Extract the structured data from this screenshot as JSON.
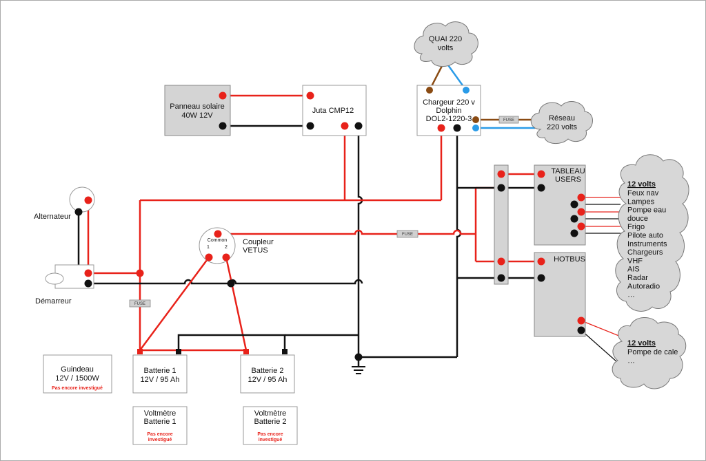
{
  "components": {
    "solar": {
      "line1": "Panneau solaire",
      "line2": "40W 12V"
    },
    "juta": {
      "label": "Juta CMP12"
    },
    "charger": {
      "line1": "Chargeur 220 v",
      "line2": "Dolphin",
      "line3": "DOL2-1220-3"
    },
    "quai": {
      "line1": "QUAI 220",
      "line2": "volts"
    },
    "reseau": {
      "line1": "Réseau",
      "line2": "220 volts"
    },
    "tableau": {
      "line1": "TABLEAU",
      "line2": "USERS"
    },
    "hotbus": {
      "label": "HOTBUS"
    },
    "alternateur": {
      "label": "Alternateur"
    },
    "demarreur": {
      "label": "Démarreur"
    },
    "coupleur": {
      "line1": "Coupleur",
      "line2": "VETUS",
      "common": "Common",
      "t1": "1",
      "t2": "2"
    },
    "battery1": {
      "line1": "Batterie 1",
      "line2": "12V / 95 Ah"
    },
    "battery2": {
      "line1": "Batterie 2",
      "line2": "12V / 95 Ah"
    },
    "guindeau": {
      "line1": "Guindeau",
      "line2": "12V / 1500W",
      "note": "Pas encore investigué"
    },
    "voltmetre1": {
      "line1": "Voltmètre",
      "line2": "Batterie 1",
      "note1": "Pas encore",
      "note2": "investigué"
    },
    "voltmetre2": {
      "line1": "Voltmètre",
      "line2": "Batterie 2",
      "note1": "Pas encore",
      "note2": "investigué"
    }
  },
  "fuses": {
    "label": "FUSE"
  },
  "users_cloud": {
    "heading": "12 volts",
    "items": [
      "Feux nav",
      "Lampes",
      "Pompe eau",
      "douce",
      "Frigo",
      "Pilote auto",
      "Instruments",
      "Chargeurs",
      "VHF",
      "AIS",
      "Radar",
      "Autoradio",
      "…"
    ]
  },
  "hotbus_cloud": {
    "heading": "12 volts",
    "items": [
      "Pompe de cale",
      "…"
    ]
  },
  "colors": {
    "positive": "#e8221a",
    "negative": "#111111",
    "phase": "#8a4b13",
    "neutral": "#2a9be8"
  }
}
